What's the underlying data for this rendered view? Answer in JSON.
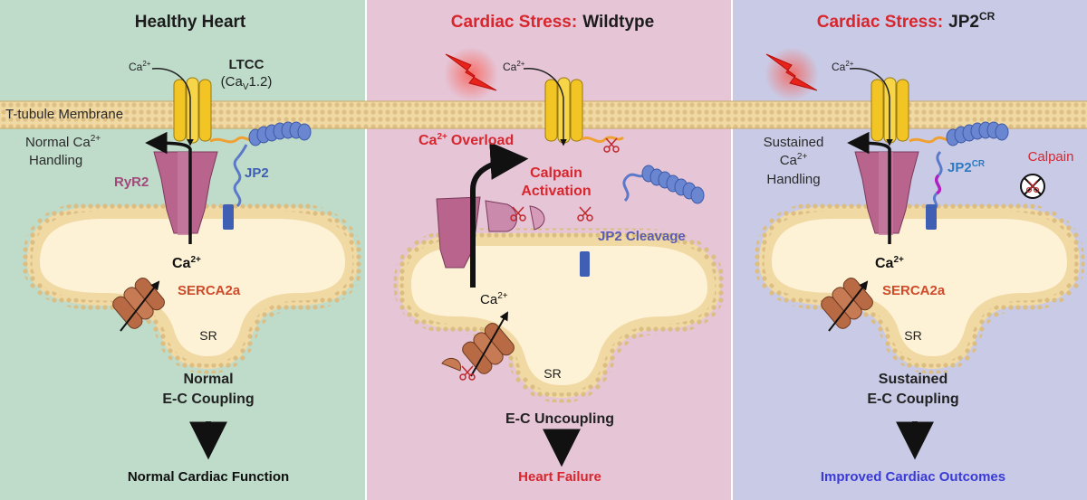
{
  "panels": [
    {
      "title_red": "",
      "title_black": "Healthy Heart",
      "superscript": "",
      "ca_in": "Ca",
      "ca_in_sup": "2+",
      "ltcc": "LTCC",
      "cav_a": "(Ca",
      "cav_sub": "V",
      "cav_b": "1.2)",
      "handling_1": "Normal Ca",
      "handling_1_sup": "2+",
      "handling_2": "Handling",
      "ryr2": "RyR2",
      "jp2": "JP2",
      "ca_sr": "Ca",
      "ca_sr_sup": "2+",
      "serca": "SERCA2a",
      "sr": "SR",
      "coupling_1": "Normal",
      "coupling_2": "E-C Coupling",
      "outcome": "Normal Cardiac Function"
    },
    {
      "title_red": "Cardiac Stress:",
      "title_black": "Wildtype",
      "ca_in": "Ca",
      "ca_in_sup": "2+",
      "overload_a": "Ca",
      "overload_sup": "2+",
      "overload_b": "Overload",
      "calpain_1": "Calpain",
      "calpain_2": "Activation",
      "cleavage": "JP2 Cleavage",
      "ca_sr": "Ca",
      "ca_sr_sup": "2+",
      "sr": "SR",
      "coupling": "E-C Uncoupling",
      "outcome": "Heart Failure"
    },
    {
      "title_red": "Cardiac Stress:",
      "title_black": "JP2",
      "title_sup": "CR",
      "ca_in": "Ca",
      "ca_in_sup": "2+",
      "handling_1": "Sustained",
      "handling_2": "Ca",
      "handling_2_sup": "2+",
      "handling_3": "Handling",
      "jp2": "JP2",
      "jp2_sup": "CR",
      "calpain": "Calpain",
      "ca_sr": "Ca",
      "ca_sr_sup": "2+",
      "serca": "SERCA2a",
      "sr": "SR",
      "coupling_1": "Sustained",
      "coupling_2": "E-C Coupling",
      "outcome": "Improved Cardiac Outcomes"
    }
  ],
  "membrane_label": "T-tubule Membrane",
  "colors": {
    "panel1_bg": "#bfdccb",
    "panel2_bg": "#e5c5d6",
    "panel3_bg": "#c9cbe6",
    "membrane": "#f1d9a4",
    "membrane_dot": "#d8b778",
    "ltcc": "#f3c524",
    "ryr2": "#b8648d",
    "jp2": "#5b79c9",
    "serca": "#b86a45",
    "red_text": "#d8262e",
    "ryr2_text": "#a0497a",
    "jp2_text": "#3d5db5",
    "outcome_blue": "#3a3ad8",
    "jp2cr_text": "#2b79c2"
  }
}
